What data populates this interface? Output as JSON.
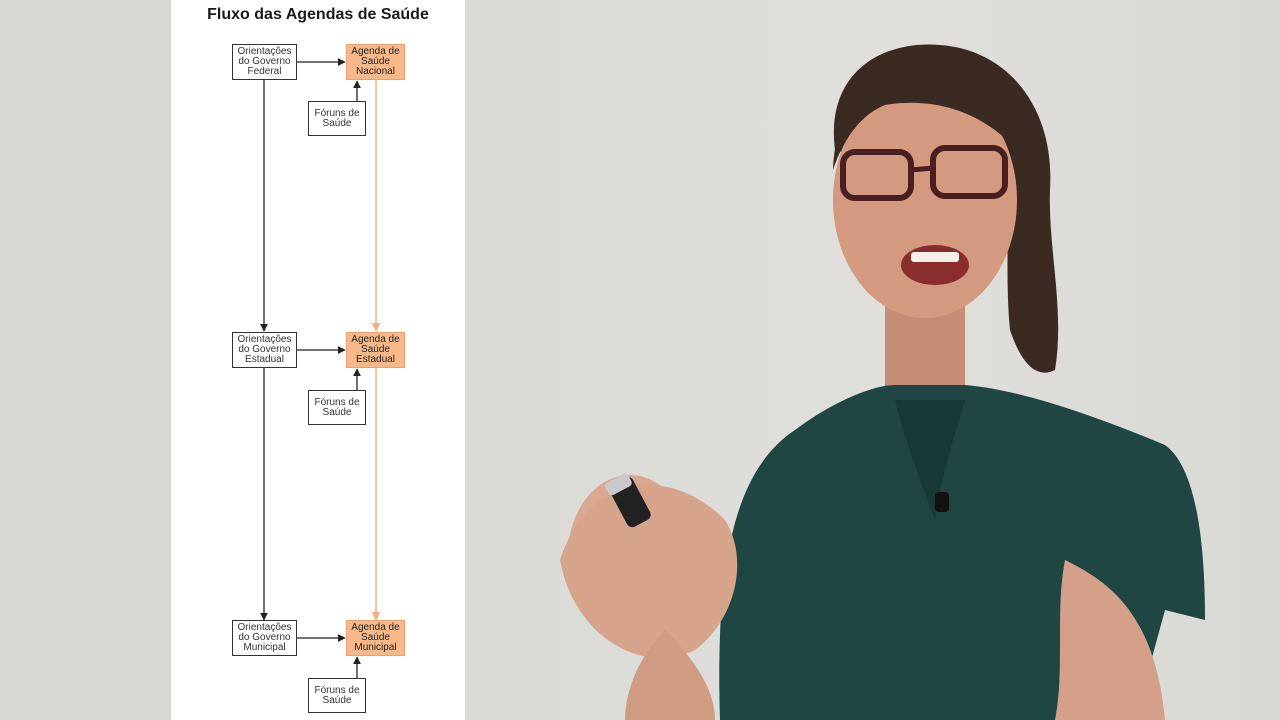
{
  "diagram": {
    "title": "Fluxo das Agendas de Saúde",
    "levels": [
      {
        "guidance": "Orientações\ndo Governo\nFederal",
        "agenda": "Agenda de\nSaúde\nNacional",
        "forum": "Fóruns de\nSaúde"
      },
      {
        "guidance": "Orientações\ndo Governo\nEstadual",
        "agenda": "Agenda de\nSaúde\nEstadual",
        "forum": "Fóruns de\nSaúde"
      },
      {
        "guidance": "Orientações\ndo Governo\nMunicipal",
        "agenda": "Agenda de\nSaúde\nMunicipal",
        "forum": "Fóruns de\nSaúde"
      }
    ]
  },
  "colors": {
    "agenda_fill": "#f7b98a",
    "agenda_arrow": "#f2b27e",
    "line": "#222222"
  },
  "presenter": {
    "icon": "presenter-photo"
  }
}
